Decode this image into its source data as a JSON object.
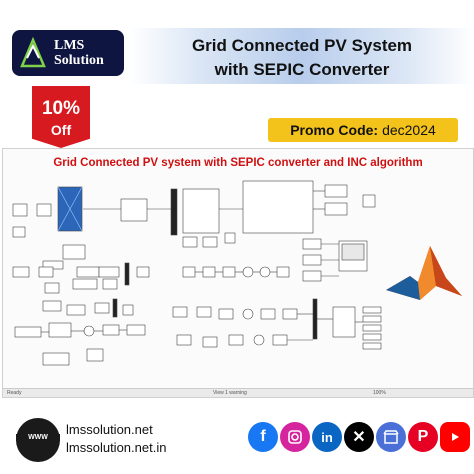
{
  "logo": {
    "line1": "LMS",
    "line2": "Solution"
  },
  "title": {
    "line1": "Grid Connected PV System",
    "line2": "with SEPIC Converter"
  },
  "discount": {
    "percent": "10%",
    "label": "Off"
  },
  "promo": {
    "label": "Promo Code:",
    "code": "dec2024"
  },
  "simulink": {
    "model_title": "Grid Connected PV system with SEPIC converter and INC algorithm",
    "status_left": "Ready",
    "status_mid": "View 1 warning",
    "status_right": "100%"
  },
  "footer": {
    "globe_label": "WWW",
    "site1": "lmssolution.net",
    "site2": "lmssolution.net.in",
    "social_icons": [
      "facebook-icon",
      "instagram-icon",
      "linkedin-icon",
      "x-icon",
      "store-icon",
      "pinterest-icon",
      "youtube-icon"
    ]
  },
  "colors": {
    "brand_navy": "#0d1540",
    "discount_red": "#d71920",
    "promo_yellow": "#f3c21b",
    "sim_title_red": "#d01010"
  }
}
